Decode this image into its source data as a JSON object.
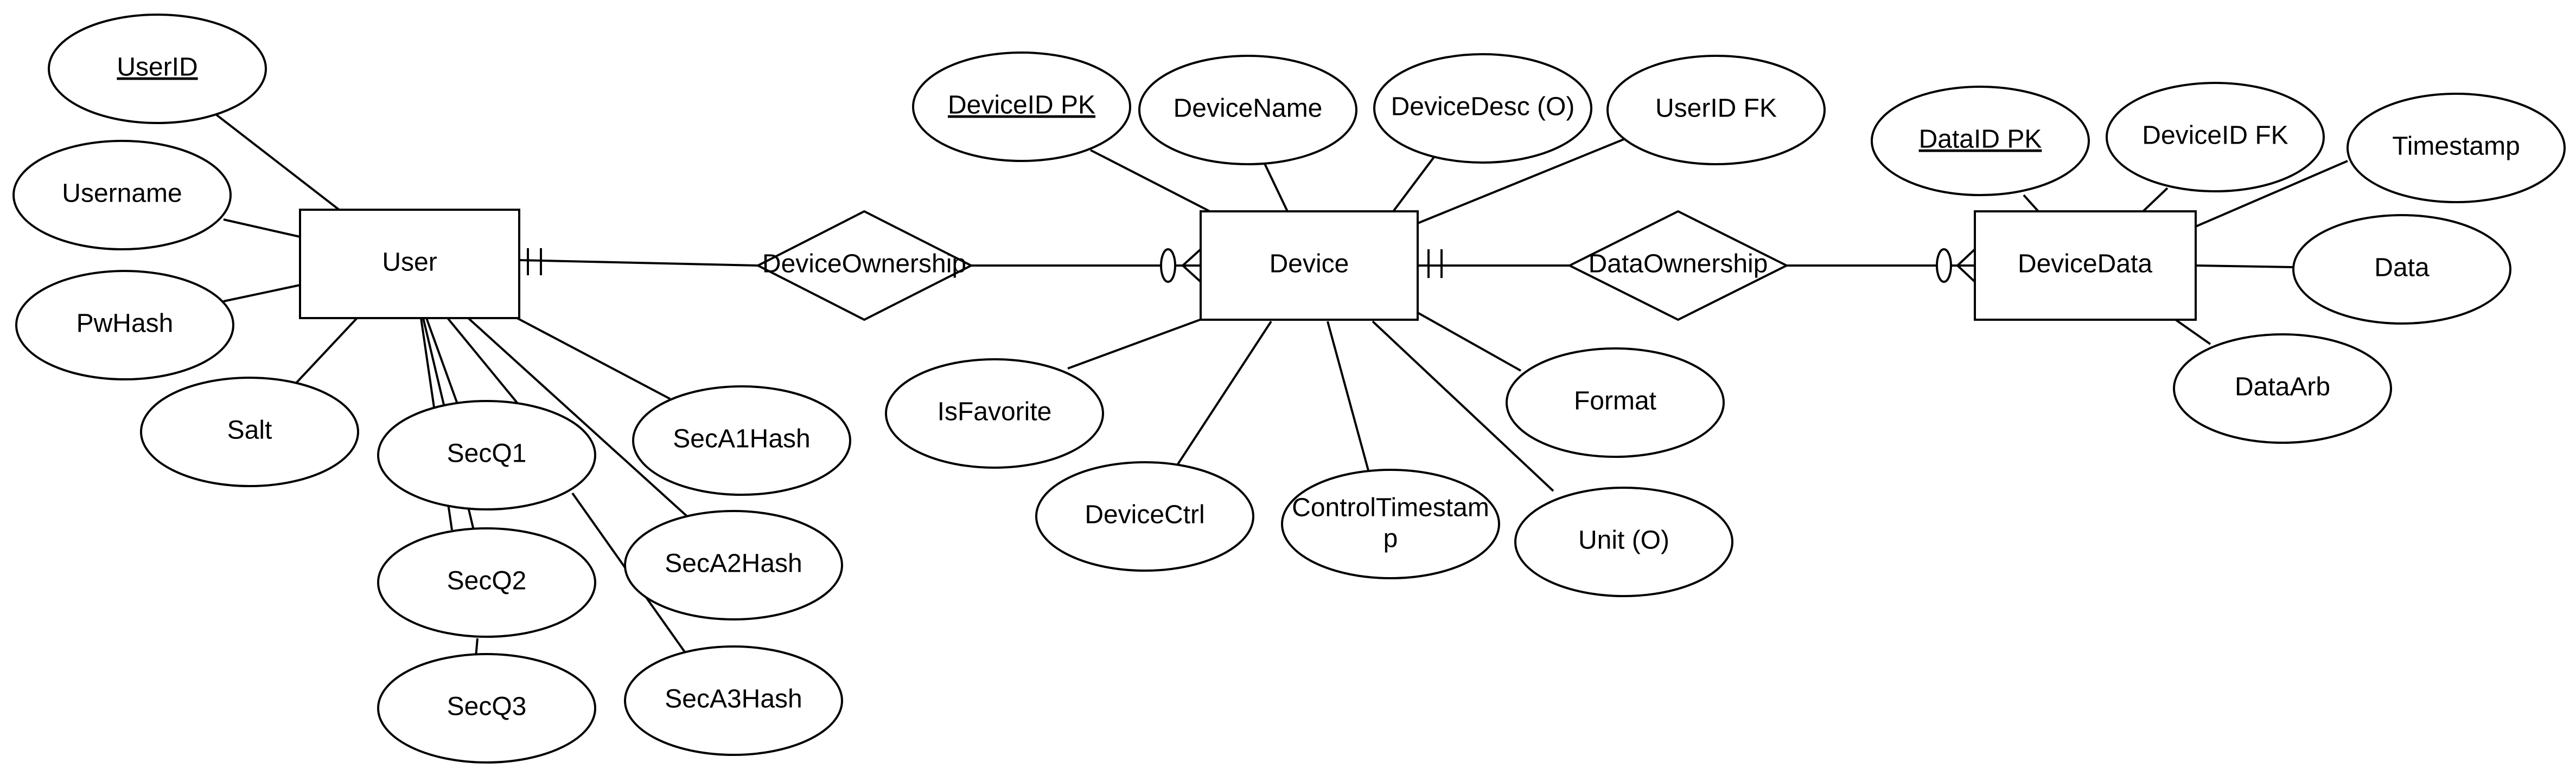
{
  "entities": [
    {
      "id": "user",
      "label": "User"
    },
    {
      "id": "device",
      "label": "Device"
    },
    {
      "id": "device_data",
      "label": "DeviceData"
    }
  ],
  "relationships": [
    {
      "id": "device_ownership",
      "label": "DeviceOwnership",
      "from": "user",
      "to": "device",
      "from_cardinality": "one-and-only-one",
      "to_cardinality": "zero-or-many"
    },
    {
      "id": "data_ownership",
      "label": "DataOwnership",
      "from": "device",
      "to": "device_data",
      "from_cardinality": "one-and-only-one",
      "to_cardinality": "zero-or-many"
    }
  ],
  "attributes": [
    {
      "id": "userid",
      "label": "UserID",
      "entity": "user",
      "key": true
    },
    {
      "id": "username",
      "label": "Username",
      "entity": "user"
    },
    {
      "id": "pwhash",
      "label": "PwHash",
      "entity": "user"
    },
    {
      "id": "salt",
      "label": "Salt",
      "entity": "user"
    },
    {
      "id": "secq1",
      "label": "SecQ1",
      "entity": "user"
    },
    {
      "id": "secq2",
      "label": "SecQ2",
      "entity": "user"
    },
    {
      "id": "secq3",
      "label": "SecQ3",
      "entity": "user"
    },
    {
      "id": "seca1hash",
      "label": "SecA1Hash",
      "entity": "user"
    },
    {
      "id": "seca2hash",
      "label": "SecA2Hash",
      "entity": "user"
    },
    {
      "id": "seca3hash",
      "label": "SecA3Hash",
      "entity": "user"
    },
    {
      "id": "deviceid_pk",
      "label": "DeviceID PK",
      "entity": "device",
      "key": true
    },
    {
      "id": "devicename",
      "label": "DeviceName",
      "entity": "device"
    },
    {
      "id": "devicedesc",
      "label": "DeviceDesc (O)",
      "entity": "device"
    },
    {
      "id": "userid_fk",
      "label": "UserID FK",
      "entity": "device"
    },
    {
      "id": "isfavorite",
      "label": "IsFavorite",
      "entity": "device"
    },
    {
      "id": "devicectrl",
      "label": "DeviceCtrl",
      "entity": "device"
    },
    {
      "id": "controltimestamp",
      "label": "ControlTimestam",
      "label_cont": "p",
      "entity": "device"
    },
    {
      "id": "unit",
      "label": "Unit (O)",
      "entity": "device"
    },
    {
      "id": "format",
      "label": "Format",
      "entity": "device"
    },
    {
      "id": "dataid_pk",
      "label": "DataID PK",
      "entity": "device_data",
      "key": true
    },
    {
      "id": "deviceid_fk",
      "label": "DeviceID FK",
      "entity": "device_data"
    },
    {
      "id": "timestamp",
      "label": "Timestamp",
      "entity": "device_data"
    },
    {
      "id": "data",
      "label": "Data",
      "entity": "device_data"
    },
    {
      "id": "dataarb",
      "label": "DataArb",
      "entity": "device_data"
    }
  ]
}
